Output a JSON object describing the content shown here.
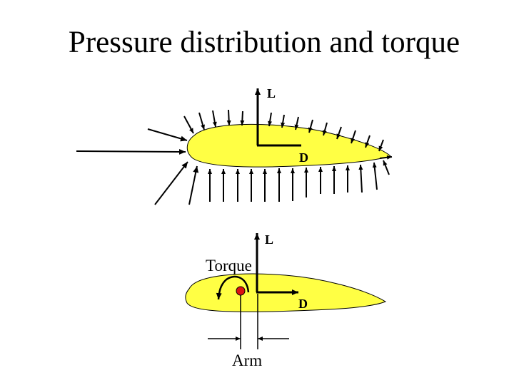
{
  "title": "Pressure distribution and torque",
  "colors": {
    "airfoil_fill": "#ffff44",
    "pivot": "#dd1111",
    "ink": "#000000"
  },
  "labels": {
    "lift_top": "L",
    "drag_top": "D",
    "lift_bottom": "L",
    "drag_bottom": "D",
    "torque": "Torque",
    "arm": "Arm"
  }
}
